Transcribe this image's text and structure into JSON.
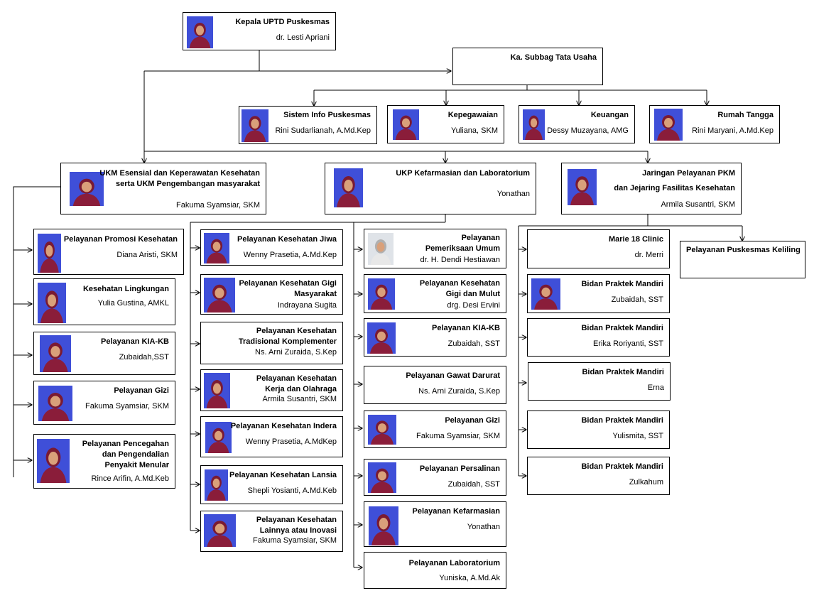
{
  "head": {
    "title": "Kepala UPTD Puskesmas",
    "name": "dr. Lesti Apriani"
  },
  "tu": {
    "title": "Ka. Subbag Tata Usaha"
  },
  "tu_units": [
    {
      "title": "Sistem Info Puskesmas",
      "name": "Rini Sudarlianah, A.Md.Kep"
    },
    {
      "title": "Kepegawaian",
      "name": "Yuliana, SKM"
    },
    {
      "title": "Keuangan",
      "name": "Dessy Muzayana, AMG"
    },
    {
      "title": "Rumah Tangga",
      "name": "Rini Maryani, A.Md.Kep"
    }
  ],
  "ukm": {
    "title_1": "UKM Esensial dan Keperawatan Kesehatan",
    "title_2": "serta UKM Pengembangan masyarakat",
    "name": "Fakuma Syamsiar, SKM"
  },
  "ukp": {
    "title": "UKP Kefarmasian dan Laboratorium",
    "name": "Yonathan"
  },
  "jaringan": {
    "title_1": "Jaringan Pelayanan PKM",
    "title_2": "dan Jejaring Fasilitas Kesehatan",
    "name": "Armila Susantri, SKM"
  },
  "col1": [
    {
      "title": "Pelayanan Promosi Kesehatan",
      "name": "Diana Aristi, SKM"
    },
    {
      "title": "Kesehatan Lingkungan",
      "name": "Yulia Gustina, AMKL"
    },
    {
      "title": "Pelayanan KIA-KB",
      "name": "Zubaidah,SST"
    },
    {
      "title": "Pelayanan Gizi",
      "name": "Fakuma Syamsiar, SKM"
    },
    {
      "title_1": "Pelayanan Pencegahan",
      "title_2": "dan Pengendalian",
      "title_3": "Penyakit Menular",
      "name": "Rince Arifin, A.Md.Keb"
    }
  ],
  "col2": [
    {
      "title": "Pelayanan Kesehatan Jiwa",
      "name": "Wenny Prasetia, A.Md.Kep"
    },
    {
      "title_1": "Pelayanan Kesehatan Gigi",
      "title_2": "Masyarakat",
      "name": "Indrayana Sugita"
    },
    {
      "title_1": "Pelayanan Kesehatan",
      "title_2": "Tradisional Komplementer",
      "name": "Ns. Arni Zuraida, S.Kep"
    },
    {
      "title_1": "Pelayanan Kesehatan",
      "title_2": "Kerja dan Olahraga",
      "name": "Armila Susantri, SKM"
    },
    {
      "title": "Pelayanan Kesehatan Indera",
      "name": "Wenny Prasetia, A.MdKep"
    },
    {
      "title": "Pelayanan Kesehatan Lansia",
      "name": "Shepli Yosianti, A.Md.Keb"
    },
    {
      "title_1": "Pelayanan Kesehatan",
      "title_2": "Lainnya atau Inovasi",
      "name": "Fakuma Syamsiar, SKM"
    }
  ],
  "col3": [
    {
      "title_1": "Pelayanan",
      "title_2": "Pemeriksaan Umum",
      "name": "dr. H. Dendi Hestiawan"
    },
    {
      "title_1": "Pelayanan Kesehatan",
      "title_2": "Gigi dan Mulut",
      "name": "drg. Desi Ervini"
    },
    {
      "title": "Pelayanan KIA-KB",
      "name": "Zubaidah, SST"
    },
    {
      "title": "Pelayanan Gawat Darurat",
      "name": "Ns. Arni Zuraida, S.Kep"
    },
    {
      "title": "Pelayanan Gizi",
      "name": "Fakuma Syamsiar, SKM"
    },
    {
      "title": "Pelayanan Persalinan",
      "name": "Zubaidah, SST"
    },
    {
      "title": "Pelayanan Kefarmasian",
      "name": "Yonathan"
    },
    {
      "title": "Pelayanan Laboratorium",
      "name": "Yuniska, A.Md.Ak"
    }
  ],
  "col4": [
    {
      "title": "Marie 18 Clinic",
      "name": "dr. Merri"
    },
    {
      "title": "Bidan Praktek Mandiri",
      "name": "Zubaidah, SST"
    },
    {
      "title": "Bidan Praktek Mandiri",
      "name": "Erika Roriyanti, SST"
    },
    {
      "title": "Bidan Praktek Mandiri",
      "name": "Erna"
    },
    {
      "title": "Bidan Praktek Mandiri",
      "name": "Yulismita, SST"
    },
    {
      "title": "Bidan Praktek Mandiri",
      "name": "Zulkahum"
    }
  ],
  "pusling": {
    "title": "Pelayanan Puskesmas Keliling"
  },
  "colors": {
    "photo_bg": "#3f4fd8",
    "line": "#000000"
  }
}
